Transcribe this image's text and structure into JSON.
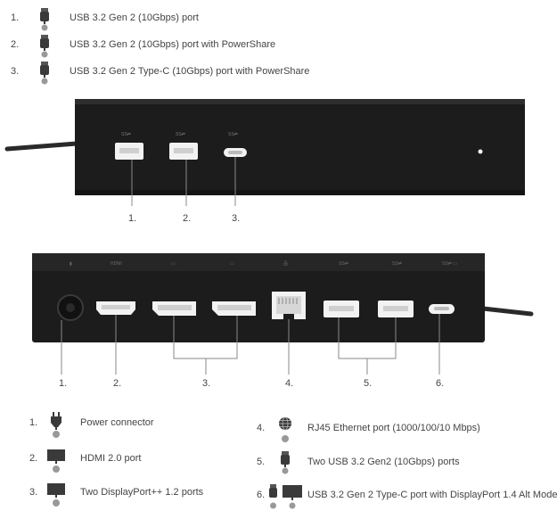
{
  "top_list": [
    {
      "number": "1.",
      "text": "USB 3.2 Gen 2 (10Gbps) port"
    },
    {
      "number": "2.",
      "text": "USB 3.2 Gen 2 (10Gbps) port with PowerShare"
    },
    {
      "number": "3.",
      "text": "USB 3.2 Gen 2 Type-C (10Gbps) port with PowerShare"
    }
  ],
  "front_callouts": [
    "1.",
    "2.",
    "3."
  ],
  "rear_callouts": [
    "1.",
    "2.",
    "3.",
    "4.",
    "5.",
    "6."
  ],
  "legend_left": [
    {
      "number": "1.",
      "text": "Power connector",
      "icon": "power-plug-icon"
    },
    {
      "number": "2.",
      "text": "HDMI 2.0 port",
      "icon": "monitor-icon"
    },
    {
      "number": "3.",
      "text": "Two DisplayPort++ 1.2 ports",
      "icon": "monitor-icon"
    }
  ],
  "legend_right": [
    {
      "number": "4.",
      "text": "RJ45 Ethernet port (1000/100/10 Mbps)",
      "icon": "globe-icon"
    },
    {
      "number": "5.",
      "text": "Two USB 3.2 Gen2 (10Gbps)  ports",
      "icon": "usb-icon"
    },
    {
      "number": "6.",
      "text": "USB 3.2 Gen 2 Type-C port with DisplayPort 1.4 Alt Mode",
      "icon": "usb-monitor-icon"
    }
  ],
  "colors": {
    "device": "#1f1f1f",
    "device_face": "#262626",
    "port_white": "#f2f2f2",
    "line": "#8a8a8a"
  }
}
